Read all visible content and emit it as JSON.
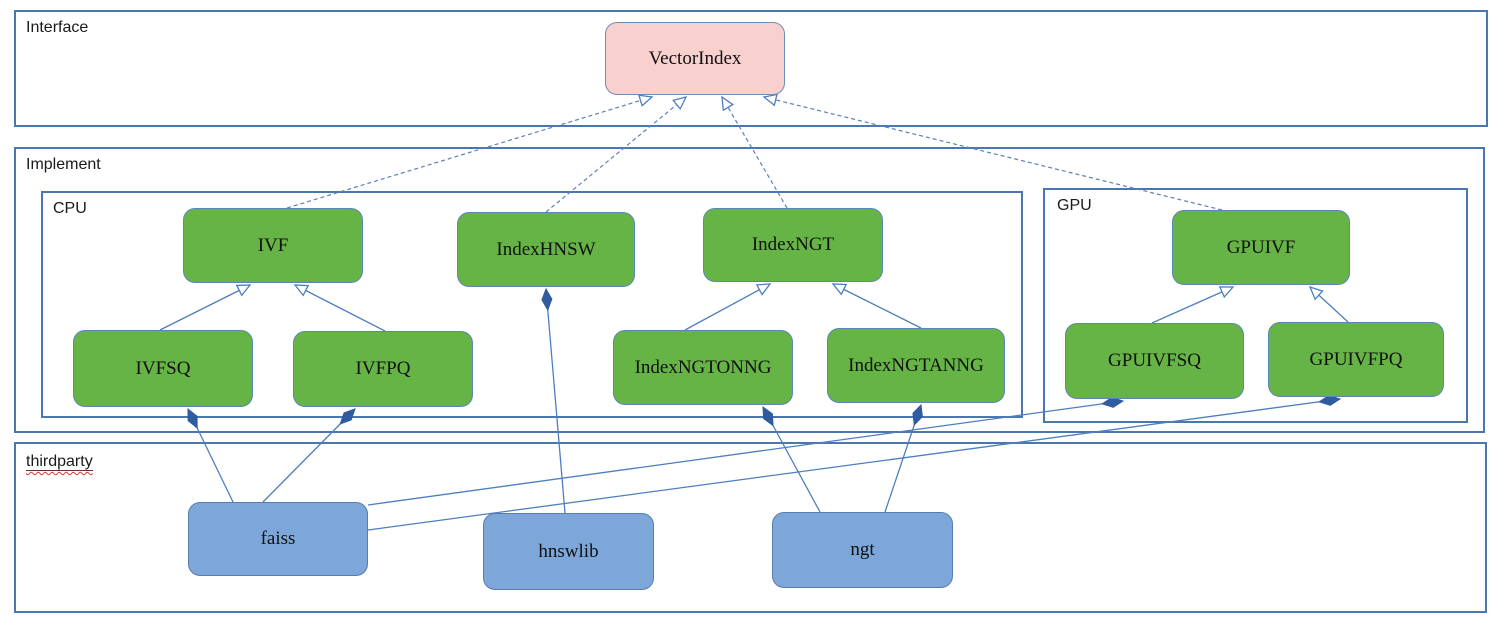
{
  "diagram": {
    "colors": {
      "container_border": "#4a77ad",
      "node_green": "#66b445",
      "node_blue": "#7da7d9",
      "node_pink": "#f8d0ce",
      "line_blue": "#4d7ebf",
      "diamond_blue": "#2f5c9e",
      "spellcheck_red": "#d03a34"
    },
    "containers": {
      "interface": {
        "label": "Interface"
      },
      "implement": {
        "label": "Implement"
      },
      "cpu": {
        "label": "CPU"
      },
      "gpu": {
        "label": "GPU"
      },
      "thirdparty": {
        "label": "thirdparty"
      }
    },
    "nodes": {
      "vectorindex": {
        "label": "VectorIndex",
        "kind": "interface"
      },
      "ivf": {
        "label": "IVF",
        "kind": "cpu-implementation"
      },
      "indexhnsw": {
        "label": "IndexHNSW",
        "kind": "cpu-implementation"
      },
      "indexngt": {
        "label": "IndexNGT",
        "kind": "cpu-implementation"
      },
      "ivfsq": {
        "label": "IVFSQ",
        "kind": "cpu-implementation"
      },
      "ivfpq": {
        "label": "IVFPQ",
        "kind": "cpu-implementation"
      },
      "indexngtonng": {
        "label": "IndexNGTONNG",
        "kind": "cpu-implementation"
      },
      "indexngtanng": {
        "label": "IndexNGTANNG",
        "kind": "cpu-implementation"
      },
      "gpuivf": {
        "label": "GPUIVF",
        "kind": "gpu-implementation"
      },
      "gpuivfsq": {
        "label": "GPUIVFSQ",
        "kind": "gpu-implementation"
      },
      "gpuivfpq": {
        "label": "GPUIVFPQ",
        "kind": "gpu-implementation"
      },
      "faiss": {
        "label": "faiss",
        "kind": "thirdparty-library"
      },
      "hnswlib": {
        "label": "hnswlib",
        "kind": "thirdparty-library"
      },
      "ngt": {
        "label": "ngt",
        "kind": "thirdparty-library"
      }
    },
    "edges": [
      {
        "from": "IVF",
        "to": "VectorIndex",
        "type": "realization"
      },
      {
        "from": "IndexHNSW",
        "to": "VectorIndex",
        "type": "realization"
      },
      {
        "from": "IndexNGT",
        "to": "VectorIndex",
        "type": "realization"
      },
      {
        "from": "GPUIVF",
        "to": "VectorIndex",
        "type": "realization"
      },
      {
        "from": "IVFSQ",
        "to": "IVF",
        "type": "generalization"
      },
      {
        "from": "IVFPQ",
        "to": "IVF",
        "type": "generalization"
      },
      {
        "from": "IndexNGTONNG",
        "to": "IndexNGT",
        "type": "generalization"
      },
      {
        "from": "IndexNGTANNG",
        "to": "IndexNGT",
        "type": "generalization"
      },
      {
        "from": "GPUIVFSQ",
        "to": "GPUIVF",
        "type": "generalization"
      },
      {
        "from": "GPUIVFPQ",
        "to": "GPUIVF",
        "type": "generalization"
      },
      {
        "from": "IVFSQ",
        "to": "faiss",
        "type": "composition"
      },
      {
        "from": "IVFPQ",
        "to": "faiss",
        "type": "composition"
      },
      {
        "from": "GPUIVFSQ",
        "to": "faiss",
        "type": "composition"
      },
      {
        "from": "GPUIVFPQ",
        "to": "faiss",
        "type": "composition"
      },
      {
        "from": "IndexHNSW",
        "to": "hnswlib",
        "type": "composition"
      },
      {
        "from": "IndexNGTONNG",
        "to": "ngt",
        "type": "composition"
      },
      {
        "from": "IndexNGTANNG",
        "to": "ngt",
        "type": "composition"
      }
    ]
  }
}
